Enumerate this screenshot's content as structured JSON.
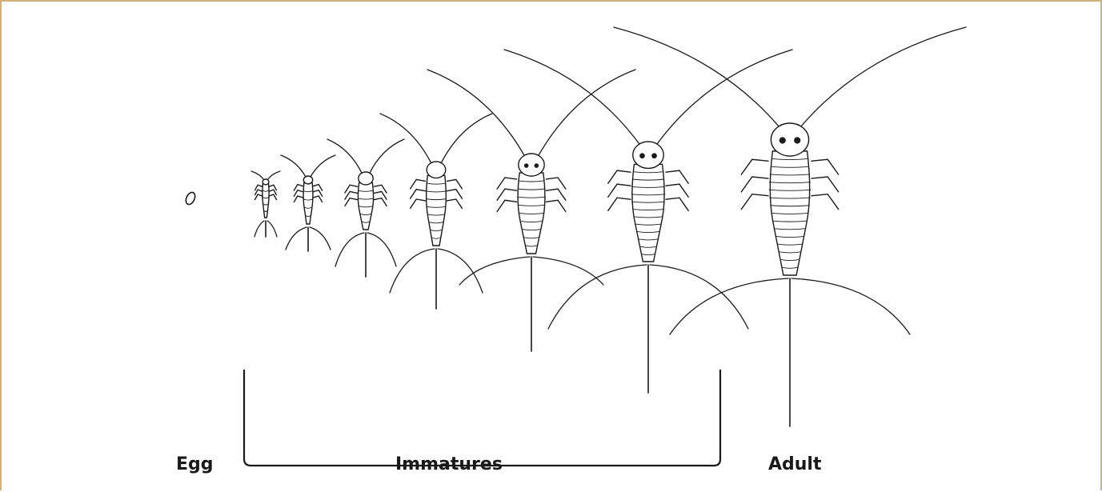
{
  "labels": {
    "egg": "Egg",
    "immatures": "Immatures",
    "adult": "Adult"
  },
  "colors": {
    "frame_border": "#d2b07a",
    "ink": "#1a1a1a",
    "background": "#ffffff"
  },
  "stages": [
    "egg",
    "instar-1",
    "instar-2",
    "instar-3",
    "instar-4",
    "instar-5",
    "instar-6",
    "adult"
  ]
}
